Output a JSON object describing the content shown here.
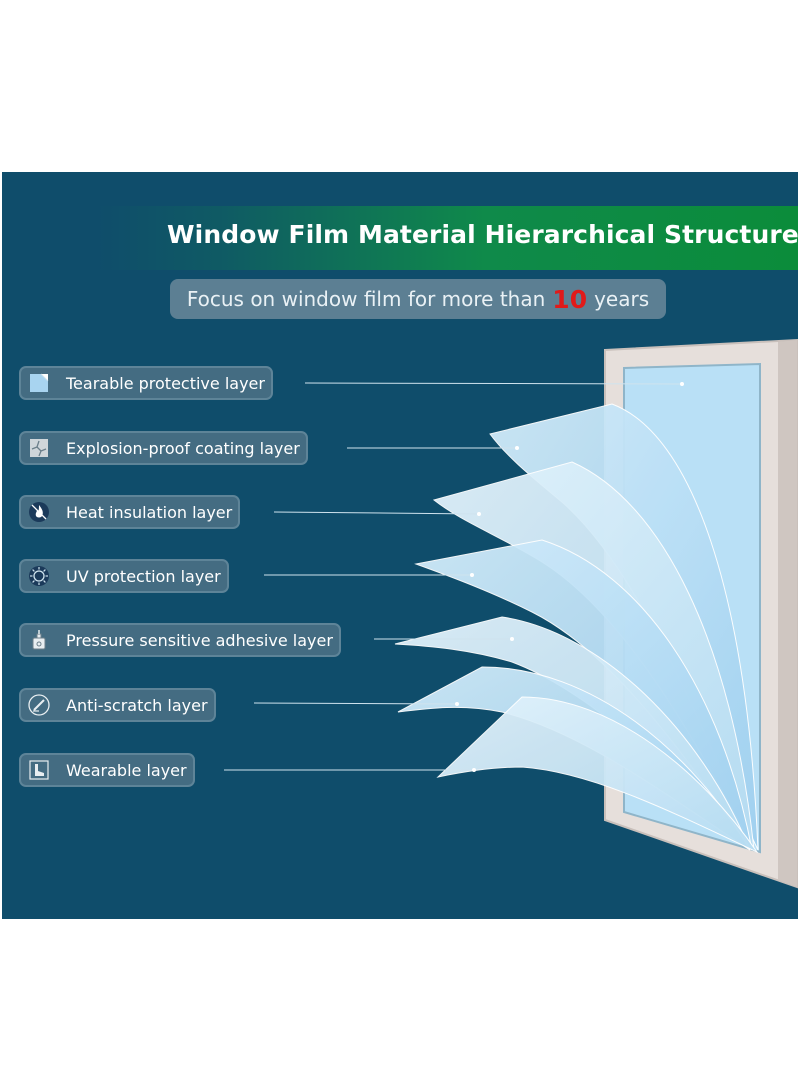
{
  "title": "Window Film Material Hierarchical Structure",
  "subtitle": {
    "before": "Focus on window film for more than",
    "highlight": "10",
    "after": "years"
  },
  "layers": [
    {
      "label": "Tearable protective layer",
      "icon": "peel-corner-icon"
    },
    {
      "label": "Explosion-proof coating layer",
      "icon": "cracked-glass-icon"
    },
    {
      "label": "Heat insulation layer",
      "icon": "flame-icon"
    },
    {
      "label": "UV protection layer",
      "icon": "uv-sun-icon"
    },
    {
      "label": "Pressure sensitive adhesive layer",
      "icon": "glue-bottle-icon"
    },
    {
      "label": "Anti-scratch layer",
      "icon": "scratch-pen-icon"
    },
    {
      "label": "Wearable layer",
      "icon": "boot-icon"
    }
  ],
  "colors": {
    "background": "#0f4d6b",
    "title_band": "#0b8c3a",
    "highlight": "#e01a1a",
    "film": "#bfe3f7",
    "frame": "#e4ddd9"
  }
}
